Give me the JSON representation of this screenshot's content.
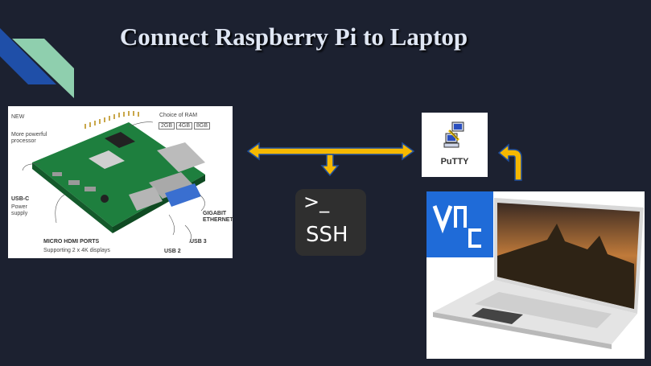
{
  "title": "Connect Raspberry Pi to Laptop",
  "pi_labels": {
    "new": "NEW",
    "processor": "More powerful processor",
    "ram_title": "Choice of RAM",
    "ram_options": [
      "2GB",
      "4GB",
      "8GB"
    ],
    "usbc_title": "USB-C",
    "usbc_desc": "Power supply",
    "hdmi_title": "MICRO HDMI PORTS",
    "hdmi_desc": "Supporting 2 x 4K displays",
    "ethernet": "GIGABIT ETHERNET",
    "usb3": "USB 3",
    "usb2": "USB 2"
  },
  "ssh": {
    "prompt": ">_",
    "label": "SSH"
  },
  "putty": {
    "label": "PuTTY"
  },
  "colors": {
    "background": "#1c2130",
    "arrow": "#f5b800",
    "arrow_outline": "#1f4e9c",
    "vnc": "#1f6bd8"
  }
}
